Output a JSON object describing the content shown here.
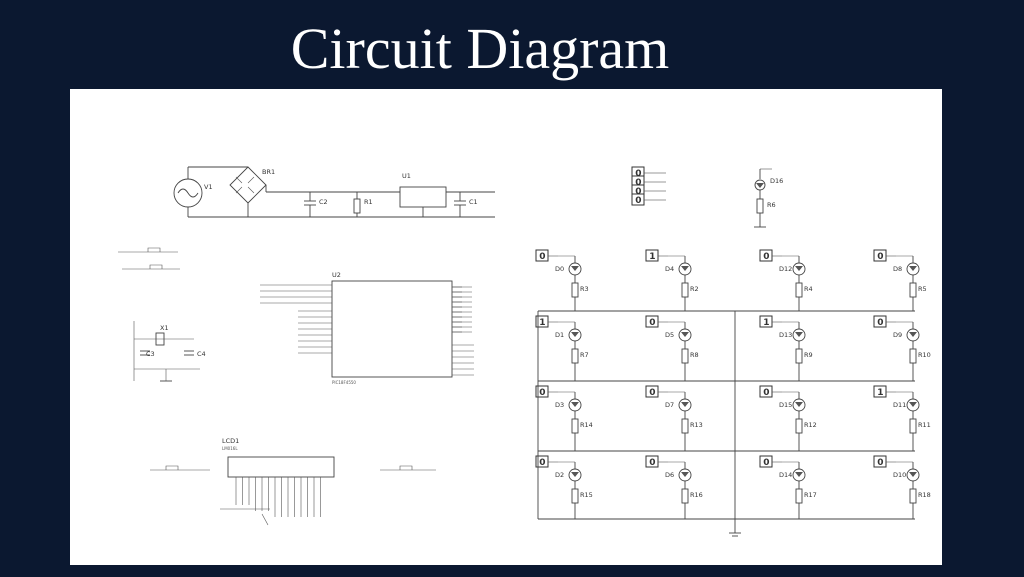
{
  "slide": {
    "title": "Circuit Diagram"
  },
  "power": {
    "source": "V1",
    "bridge": "BR1",
    "c2": "C2",
    "r1": "R1",
    "regulator": "U1",
    "c1": "C1"
  },
  "mcu": {
    "label": "U2",
    "part": "PIC18F4550"
  },
  "crystal": {
    "x1": "X1",
    "c3": "C3",
    "c4": "C4"
  },
  "lcd": {
    "label": "LCD1",
    "part": "LM016L"
  },
  "status_led": {
    "diode": "D16",
    "resistor": "R6"
  },
  "logic_probes": [
    "0",
    "0",
    "0",
    "0"
  ],
  "matrix": {
    "rows": [
      {
        "probe": "0",
        "cells": [
          {
            "probe": "0",
            "led": "D0",
            "res": "R3"
          },
          {
            "probe": "1",
            "led": "D4",
            "res": "R2"
          },
          {
            "probe": "0",
            "led": "D12",
            "res": "R4"
          },
          {
            "probe": "0",
            "led": "D8",
            "res": "R5"
          }
        ]
      },
      {
        "probe": "1",
        "cells": [
          {
            "probe": "1",
            "led": "D1",
            "res": "R7"
          },
          {
            "probe": "0",
            "led": "D5",
            "res": "R8"
          },
          {
            "probe": "1",
            "led": "D13",
            "res": "R9"
          },
          {
            "probe": "0",
            "led": "D9",
            "res": "R10"
          }
        ]
      },
      {
        "probe": "0",
        "cells": [
          {
            "probe": "0",
            "led": "D3",
            "res": "R14"
          },
          {
            "probe": "0",
            "led": "D7",
            "res": "R13"
          },
          {
            "probe": "0",
            "led": "D15",
            "res": "R12"
          },
          {
            "probe": "1",
            "led": "D11",
            "res": "R11"
          }
        ]
      },
      {
        "probe": "0",
        "cells": [
          {
            "probe": "0",
            "led": "D2",
            "res": "R15"
          },
          {
            "probe": "0",
            "led": "D6",
            "res": "R16"
          },
          {
            "probe": "0",
            "led": "D14",
            "res": "R17"
          },
          {
            "probe": "0",
            "led": "D10",
            "res": "R18"
          }
        ]
      }
    ]
  }
}
